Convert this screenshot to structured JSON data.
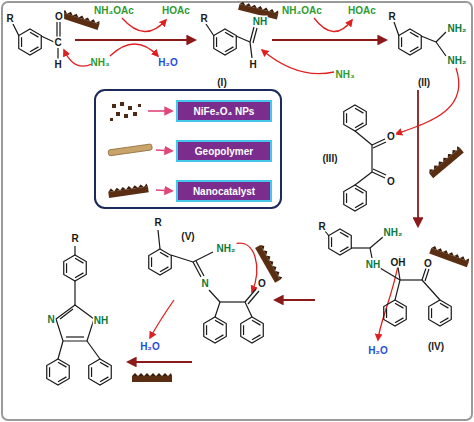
{
  "diagram": {
    "labels": [
      "R",
      "O",
      "C",
      "H",
      "NH₄OAc",
      "HOAc",
      "NH₃",
      "H₂O",
      "R",
      "NH",
      "H",
      "(I)",
      "NH₄OAc",
      "HOAc",
      "NH₃",
      "R",
      "NH₂",
      "NH₂",
      "(II)",
      "O",
      "O",
      "(III)",
      "R",
      "NH₂",
      "NH",
      "OH",
      "O",
      "(IV)",
      "H₂O",
      "R",
      "NH₂",
      "N",
      "O",
      "(V)",
      "H₂O",
      "R",
      "N",
      "NH"
    ],
    "legend": [
      {
        "text": "NiFe₂O₄ NPs"
      },
      {
        "text": "Geopolymer"
      },
      {
        "text": "Nanocatalyst"
      }
    ]
  }
}
